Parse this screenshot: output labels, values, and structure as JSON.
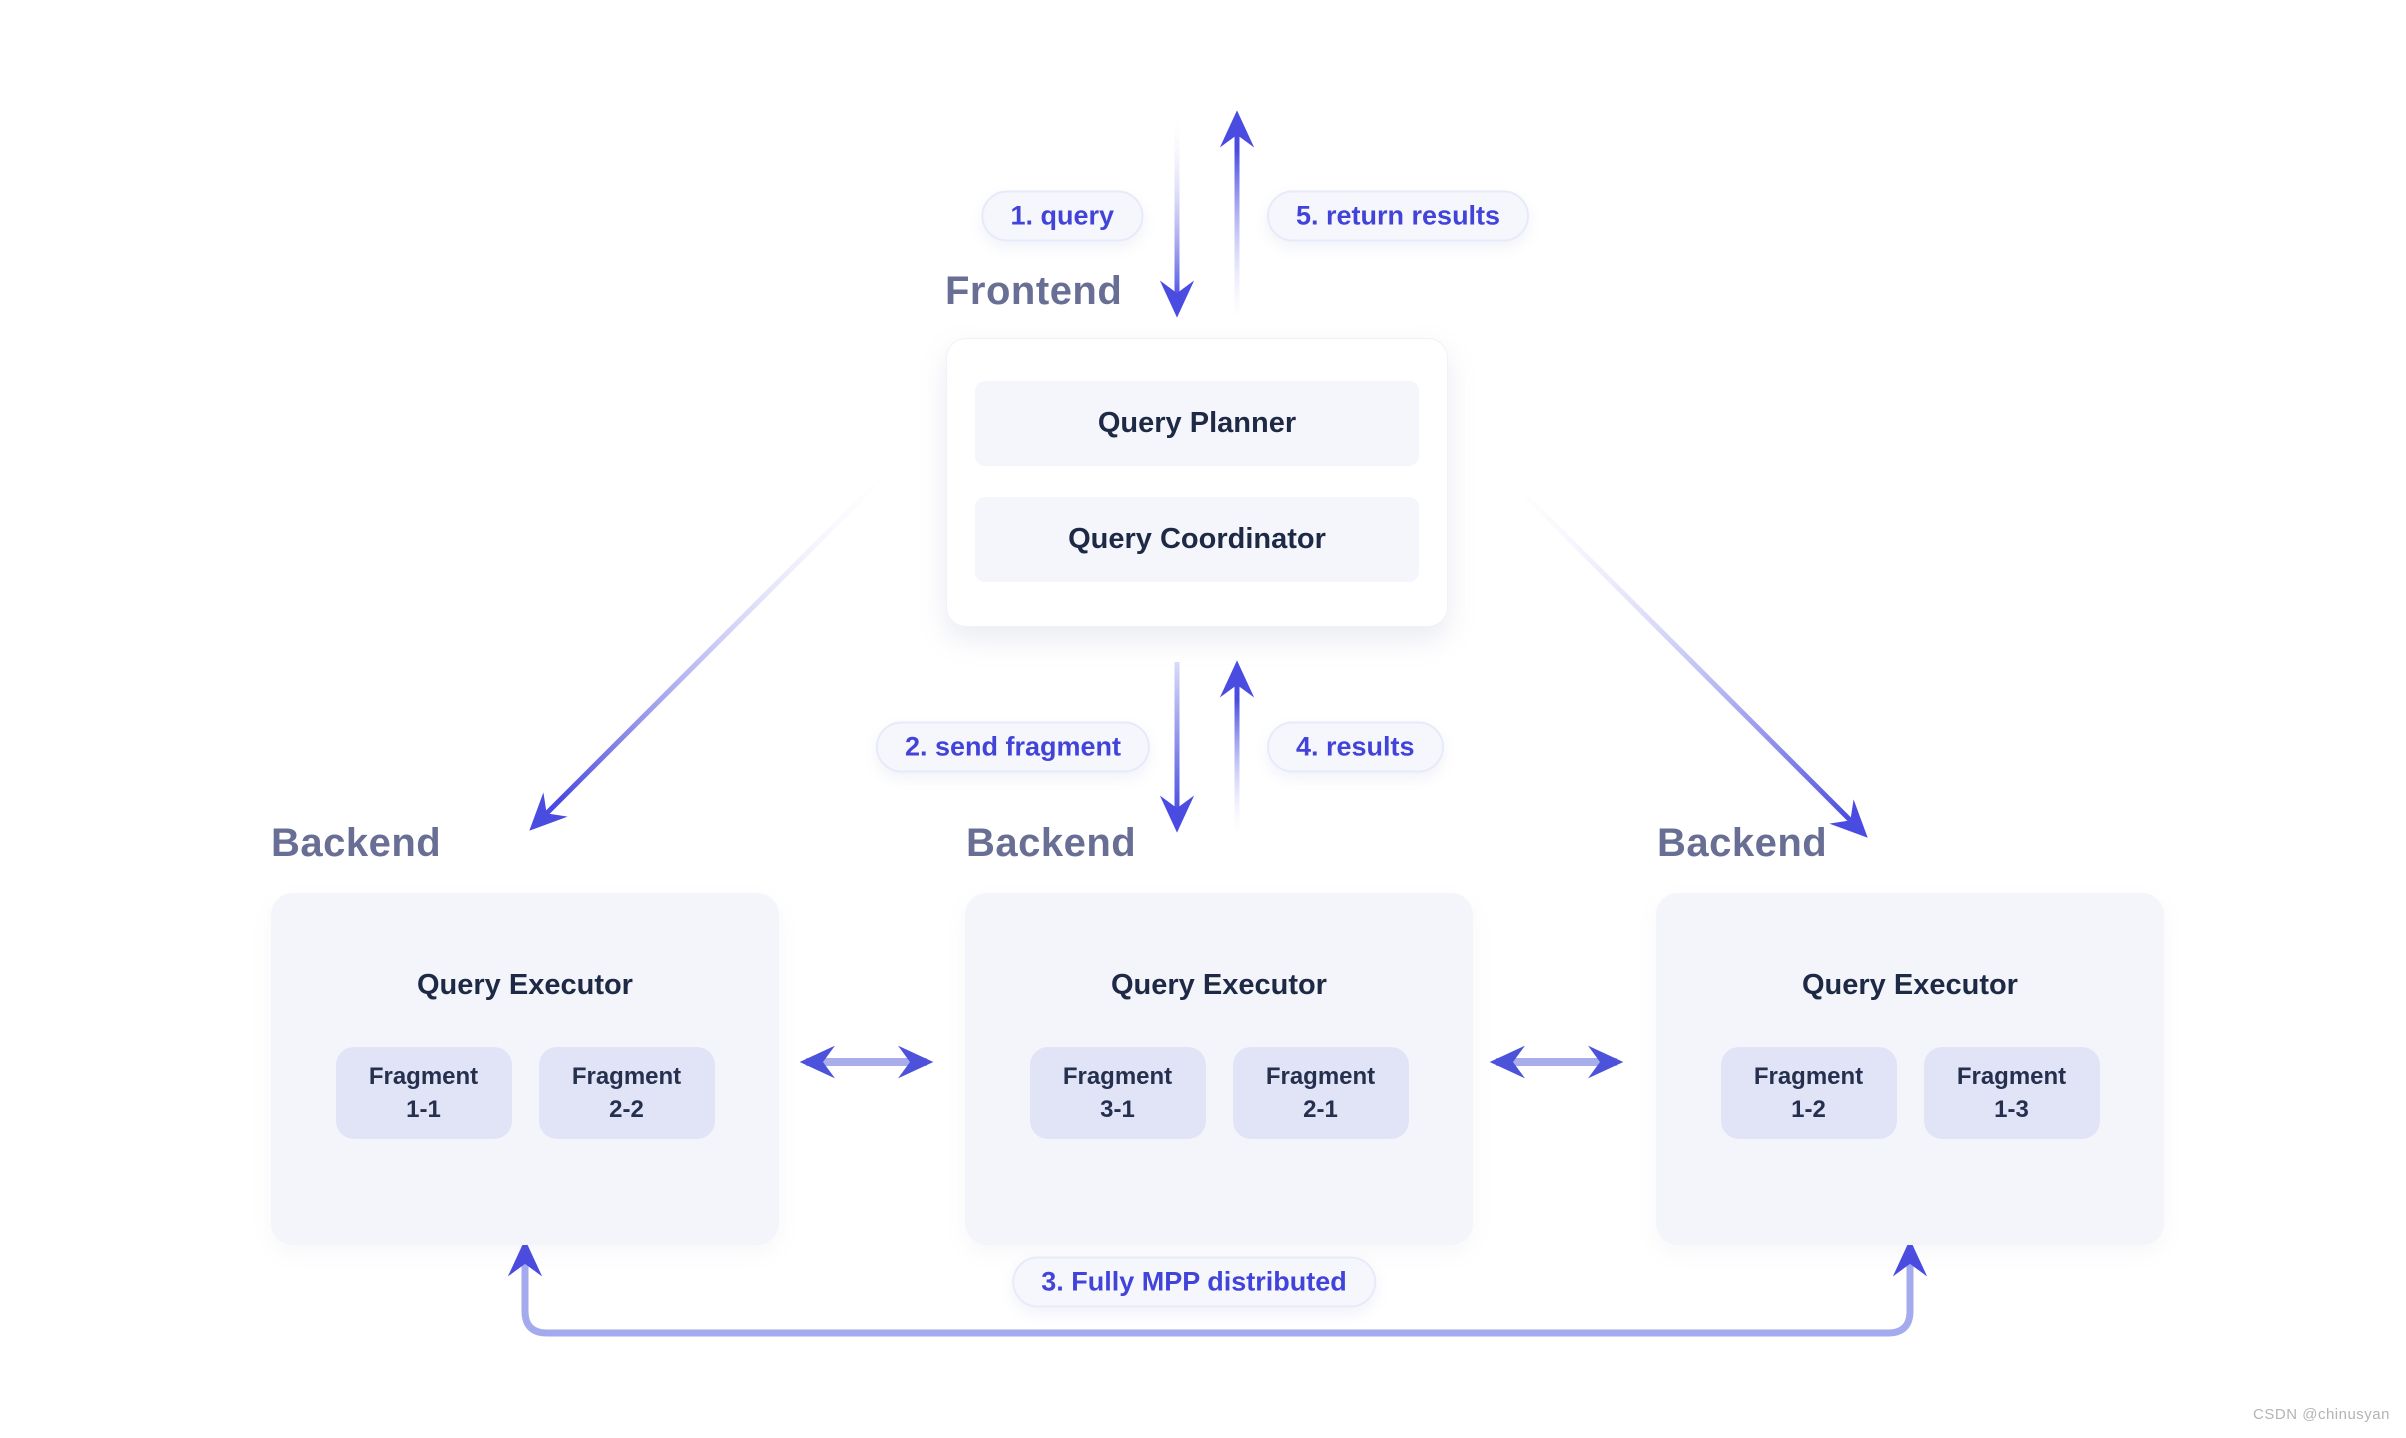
{
  "titles": {
    "frontend": "Frontend",
    "backend": "Backend"
  },
  "frontend": {
    "components": {
      "planner": "Query Planner",
      "coordinator": "Query Coordinator"
    }
  },
  "executor_label": "Query Executor",
  "backends": [
    {
      "fragments": [
        {
          "line1": "Fragment",
          "line2": "1-1"
        },
        {
          "line1": "Fragment",
          "line2": "2-2"
        }
      ]
    },
    {
      "fragments": [
        {
          "line1": "Fragment",
          "line2": "3-1"
        },
        {
          "line1": "Fragment",
          "line2": "2-1"
        }
      ]
    },
    {
      "fragments": [
        {
          "line1": "Fragment",
          "line2": "1-2"
        },
        {
          "line1": "Fragment",
          "line2": "1-3"
        }
      ]
    }
  ],
  "steps": {
    "query": "1. query",
    "send_fragment": "2. send fragment",
    "mpp": "3. Fully MPP distributed",
    "results": "4. results",
    "return_results": "5. return results"
  },
  "watermark": "CSDN @chinusyan",
  "colors": {
    "accent": "#4a4be0",
    "accent_light": "#a6abee",
    "pill_text": "#4244d9",
    "heading": "#696f94",
    "chip_bg": "#e1e4f7",
    "card_bg": "#f4f5fa"
  }
}
